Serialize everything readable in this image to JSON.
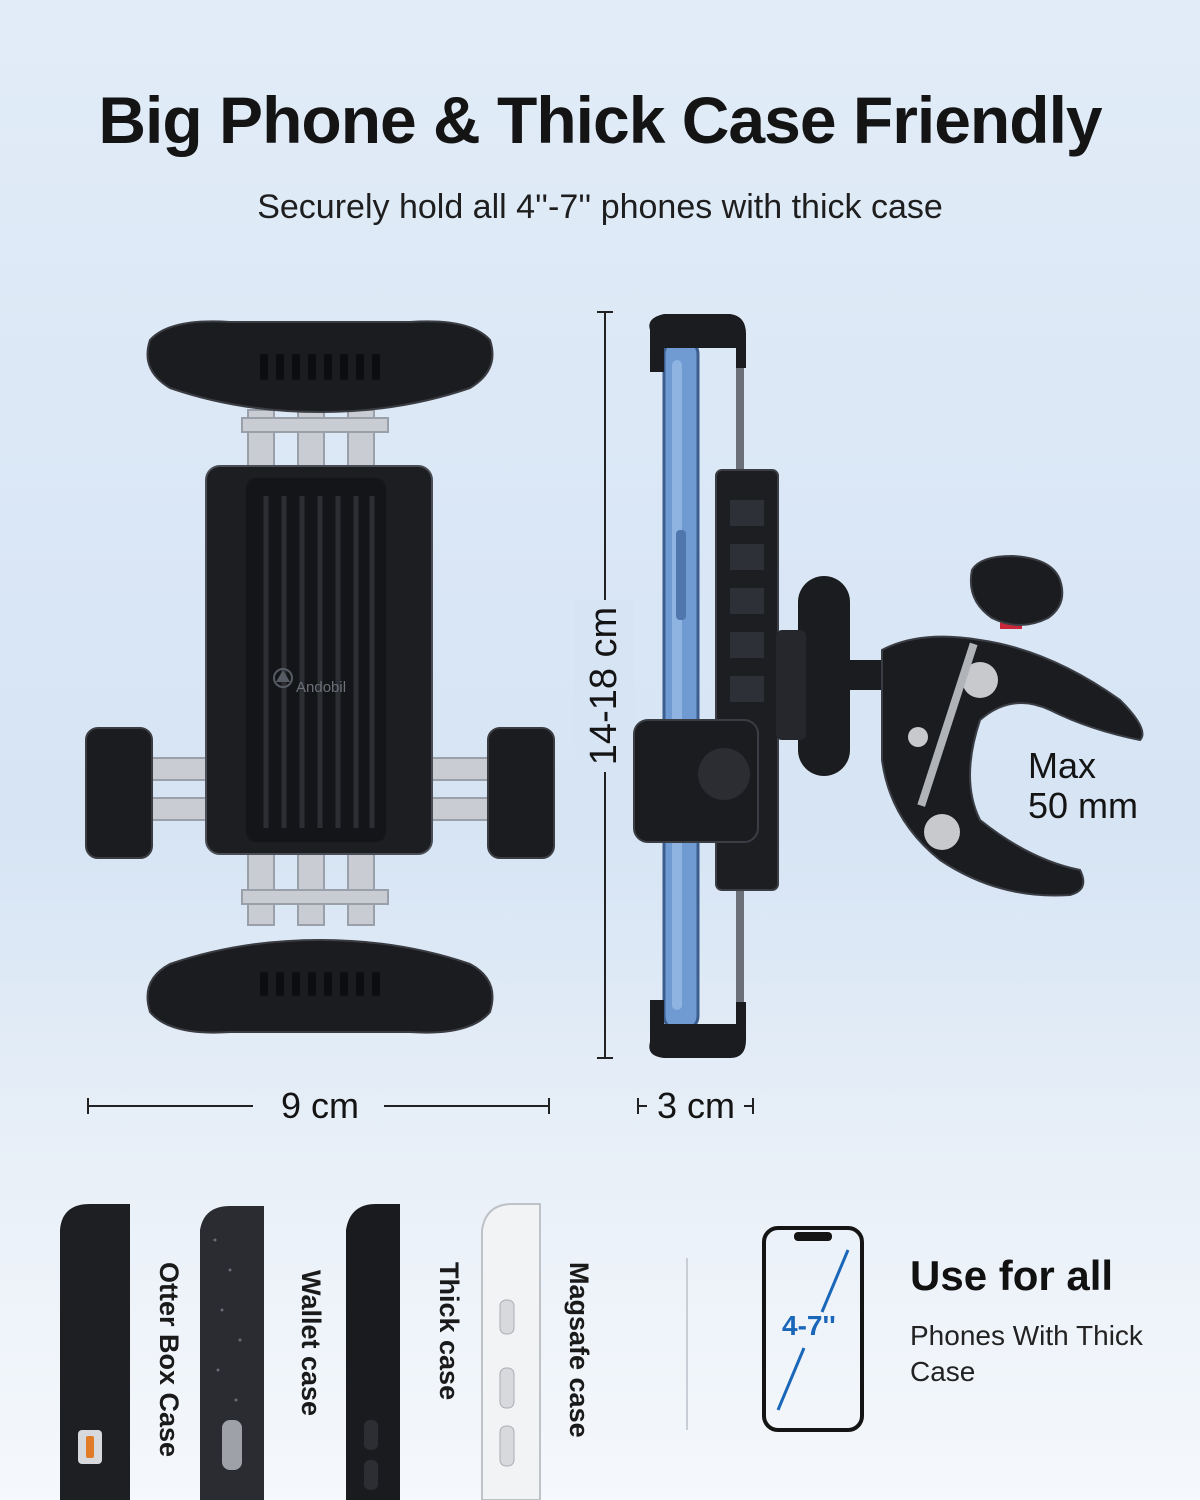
{
  "headline": "Big Phone & Thick Case Friendly",
  "subline": "Securely hold all 4''-7'' phones with thick case",
  "brand": "Andobil",
  "dimensions": {
    "width": "9 cm",
    "height": "14-18 cm",
    "depth": "3 cm",
    "clamp_max_line1": "Max",
    "clamp_max_line2": "50 mm"
  },
  "cases": [
    "Otter Box Case",
    "Wallet case",
    "Thick case",
    "Magsafe case"
  ],
  "compat": {
    "range": "4-7''",
    "title": "Use for all",
    "subtitle": "Phones With Thick Case"
  },
  "colors": {
    "accent_blue": "#1a66b8",
    "holder_black": "#1b1c1f",
    "phone_blue": "#6f9ad2",
    "clamp_red": "#c8283a"
  }
}
